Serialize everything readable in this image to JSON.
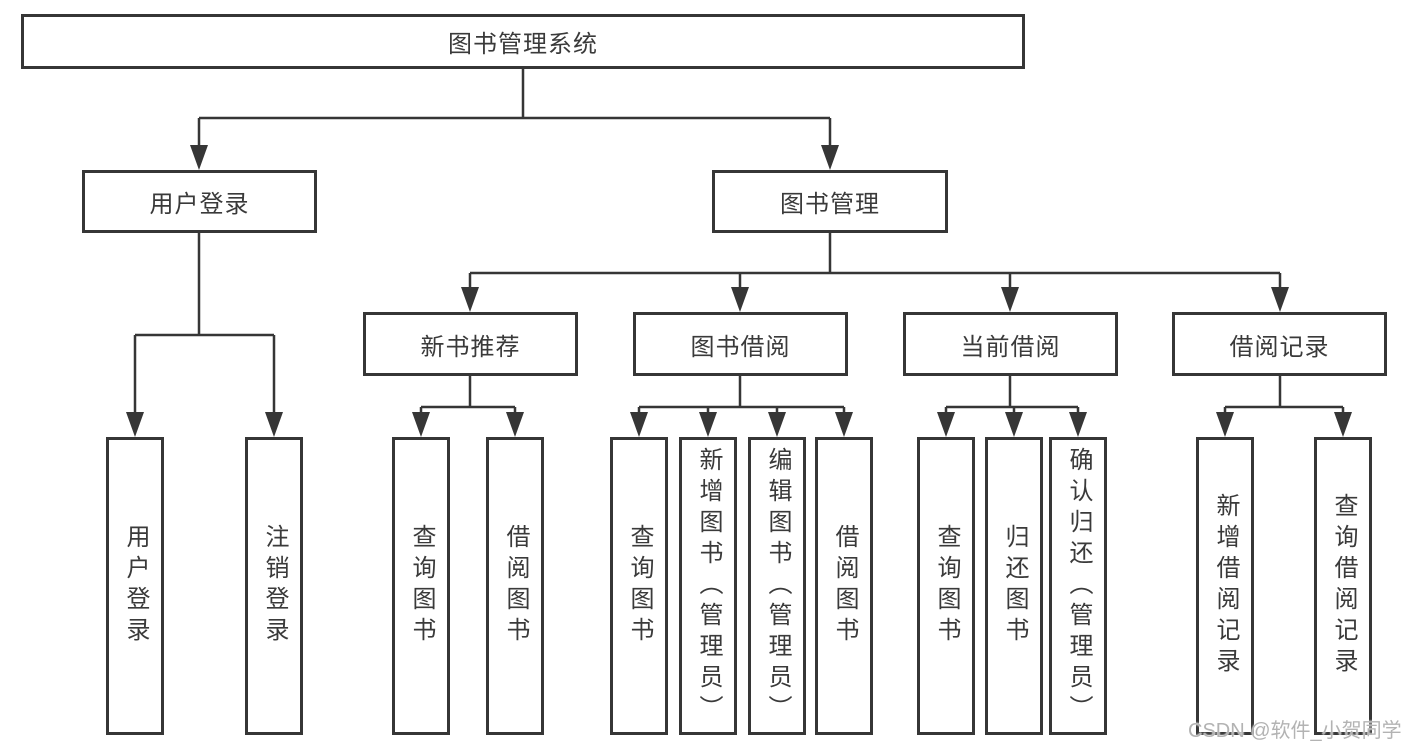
{
  "meta": {
    "colors": {
      "line": "#363636",
      "text": "#3a3a3a",
      "watermark": "#b3b3b3",
      "background": "#ffffff"
    }
  },
  "watermark": {
    "text": "CSDN @软件_小贺同学"
  },
  "tree": {
    "root": {
      "label": "图书管理系统"
    },
    "user": {
      "label": "用户登录",
      "children": [
        {
          "label": "用户登录"
        },
        {
          "label": "注销登录"
        }
      ]
    },
    "mgmt": {
      "label": "图书管理",
      "groups": [
        {
          "label": "新书推荐",
          "children": [
            {
              "label": "查询图书"
            },
            {
              "label": "借阅图书"
            }
          ]
        },
        {
          "label": "图书借阅",
          "children": [
            {
              "label": "查询图书"
            },
            {
              "label": "新增图书（管理员）"
            },
            {
              "label": "编辑图书（管理员）"
            },
            {
              "label": "借阅图书"
            }
          ]
        },
        {
          "label": "当前借阅",
          "children": [
            {
              "label": "查询图书"
            },
            {
              "label": "归还图书"
            },
            {
              "label": "确认归还（管理员）"
            }
          ]
        },
        {
          "label": "借阅记录",
          "children": [
            {
              "label": "新增借阅记录"
            },
            {
              "label": "查询借阅记录"
            }
          ]
        }
      ]
    }
  }
}
